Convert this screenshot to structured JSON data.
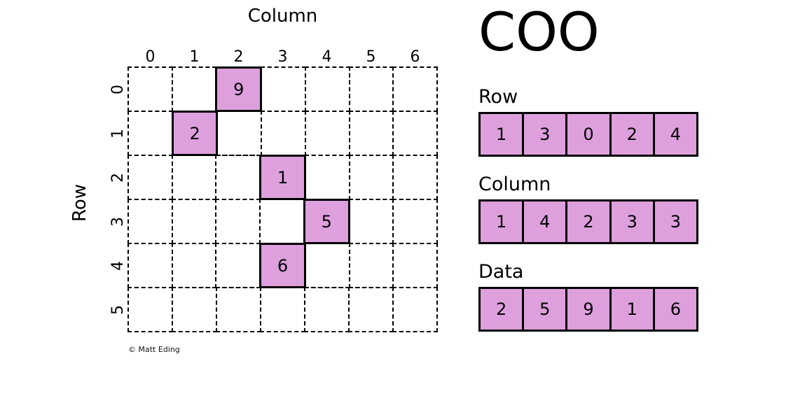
{
  "figure": {
    "column_axis_title": "Column",
    "row_axis_title": "Row",
    "column_ticks": [
      "0",
      "1",
      "2",
      "3",
      "4",
      "5",
      "6"
    ],
    "row_ticks": [
      "0",
      "1",
      "2",
      "3",
      "4",
      "5"
    ],
    "credit": "© Matt Eding",
    "fill_color": "#dda0dd",
    "line_color": "#000000",
    "n_rows": 6,
    "n_cols": 7,
    "cells": [
      [
        "",
        "",
        "9",
        "",
        "",
        "",
        ""
      ],
      [
        "",
        "2",
        "",
        "",
        "",
        "",
        ""
      ],
      [
        "",
        "",
        "",
        "1",
        "",
        "",
        ""
      ],
      [
        "",
        "",
        "",
        "",
        "5",
        "",
        ""
      ],
      [
        "",
        "",
        "",
        "6",
        "",
        "",
        ""
      ],
      [
        "",
        "",
        "",
        "",
        "",
        "",
        ""
      ]
    ]
  },
  "coo": {
    "title": "COO",
    "arrays": [
      {
        "label": "Row",
        "values": [
          "1",
          "3",
          "0",
          "2",
          "4"
        ]
      },
      {
        "label": "Column",
        "values": [
          "1",
          "4",
          "2",
          "3",
          "3"
        ]
      },
      {
        "label": "Data",
        "values": [
          "2",
          "5",
          "9",
          "1",
          "6"
        ]
      }
    ]
  },
  "chart_data": {
    "type": "heatmap",
    "title": "COO",
    "xlabel": "Column",
    "ylabel": "Row",
    "x": [
      0,
      1,
      2,
      3,
      4,
      5,
      6
    ],
    "y": [
      0,
      1,
      2,
      3,
      4,
      5
    ],
    "grid": true,
    "legend": "none",
    "nonzero_entries": [
      {
        "row": 1,
        "col": 1,
        "value": 2
      },
      {
        "row": 3,
        "col": 4,
        "value": 5
      },
      {
        "row": 0,
        "col": 2,
        "value": 9
      },
      {
        "row": 2,
        "col": 3,
        "value": 1
      },
      {
        "row": 4,
        "col": 3,
        "value": 6
      }
    ],
    "matrix": [
      [
        0,
        0,
        9,
        0,
        0,
        0,
        0
      ],
      [
        0,
        2,
        0,
        0,
        0,
        0,
        0
      ],
      [
        0,
        0,
        0,
        1,
        0,
        0,
        0
      ],
      [
        0,
        0,
        0,
        0,
        5,
        0,
        0
      ],
      [
        0,
        0,
        0,
        6,
        0,
        0,
        0
      ],
      [
        0,
        0,
        0,
        0,
        0,
        0,
        0
      ]
    ]
  }
}
